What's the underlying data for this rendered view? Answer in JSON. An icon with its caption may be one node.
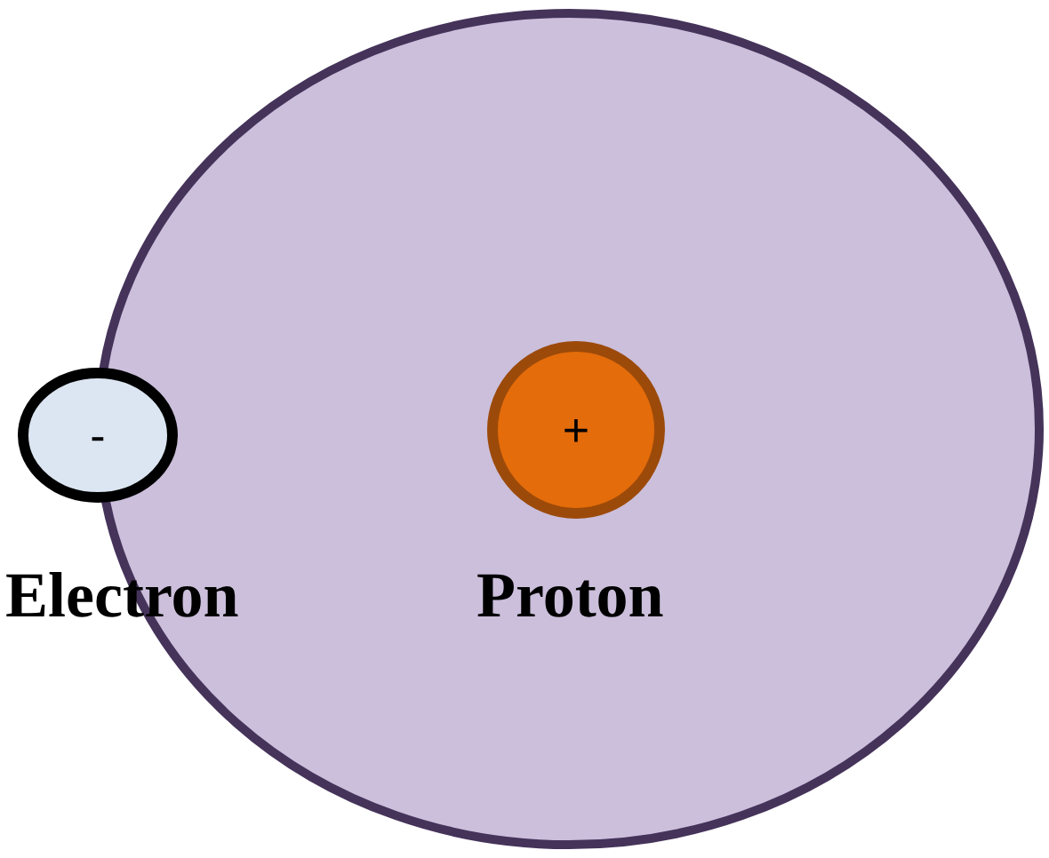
{
  "diagram": {
    "nodes": [
      {
        "text": [],
        "shape": "circle"
      },
      {
        "text": [
          "-"
        ],
        "beside": [
          "Electron"
        ]
      },
      {
        "text": [
          "+"
        ],
        "beside": [
          "Proton"
        ],
        "in": 0
      }
    ]
  }
}
